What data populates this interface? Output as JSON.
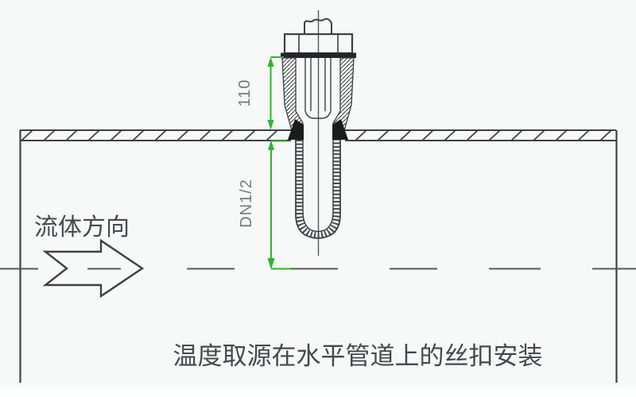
{
  "drawing": {
    "caption": "温度取源在水平管道上的丝扣安装",
    "flow_direction_label": "流体方向",
    "dimensions": {
      "neck_length": "110",
      "thread_spec": "DN1/2"
    },
    "colors": {
      "dimension_green": "#2db52d",
      "line_dark": "#3d4145",
      "dimension_text_gray": "#75797e",
      "background": "#f7f8f8"
    }
  }
}
